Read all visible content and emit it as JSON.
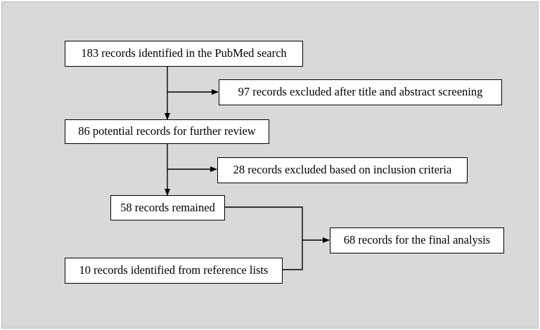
{
  "flowchart": {
    "step1": "183 records identified in the PubMed search",
    "exclusion1": "97 records excluded after title and abstract screening",
    "step2": "86 potential records for further review",
    "exclusion2": "28 records excluded based on inclusion criteria",
    "step3": "58 records remained",
    "reference_lists": "10 records identified from reference lists",
    "final": "68 records for the final analysis"
  }
}
